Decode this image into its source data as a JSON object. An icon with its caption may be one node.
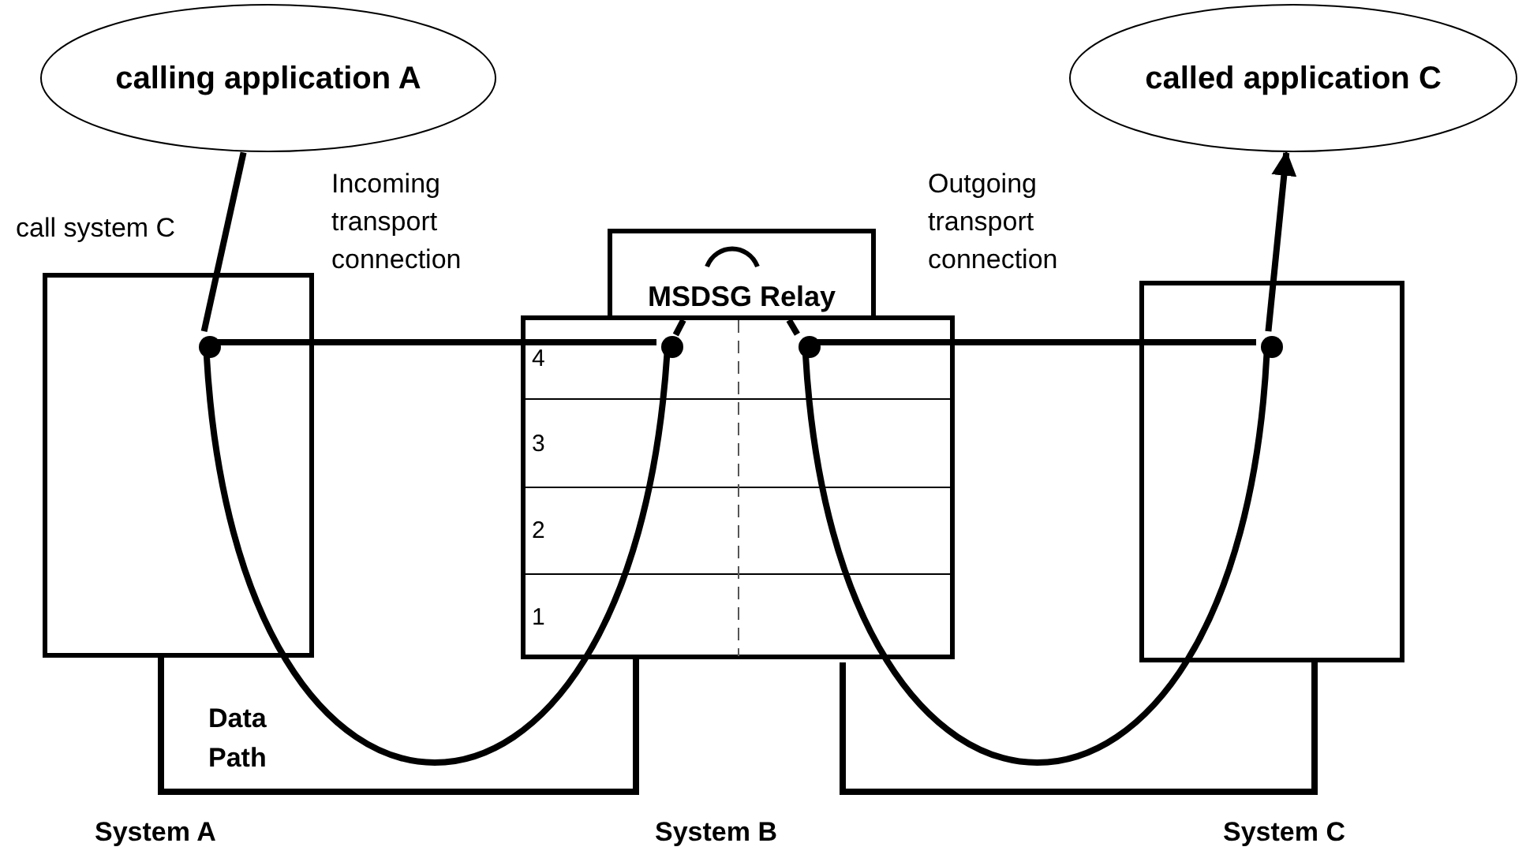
{
  "diagram": {
    "nodes": [
      {
        "text": [
          "calling application A"
        ]
      },
      {
        "text": [
          "called application C"
        ]
      },
      {
        "text": [
          "MSDSG Relay"
        ]
      },
      {
        "text": [],
        "shape": "box"
      },
      {
        "text": [],
        "shape": "circle",
        "in": 3
      },
      {
        "text": [],
        "shape": "box"
      },
      {
        "text": [],
        "shape": "circle",
        "in": 5
      },
      {
        "text": [],
        "shape": "circle",
        "in": 5
      },
      {
        "text": [],
        "shape": "box"
      },
      {
        "text": [],
        "shape": "circle",
        "in": 8
      }
    ],
    "edges": [
      {
        "from": 0,
        "to": 4,
        "arrow": "none"
      },
      {
        "from": 4,
        "to": 6,
        "arrow": "none"
      },
      {
        "from": 4,
        "to": 6,
        "arrow": "none"
      },
      {
        "from": 6,
        "to": 2,
        "arrow": "none"
      },
      {
        "from": 2,
        "to": 7,
        "arrow": "none"
      },
      {
        "from": 7,
        "to": 9,
        "arrow": "none"
      },
      {
        "from": 7,
        "to": 9,
        "arrow": "none"
      },
      {
        "from": 9,
        "to": 1,
        "arrow": "to"
      }
    ],
    "labels": [
      "call system C",
      "Incoming transport connection",
      "Outgoing transport connection",
      "4",
      "3",
      "2",
      "1",
      "Data Path",
      "System A",
      "System B",
      "System C"
    ]
  }
}
